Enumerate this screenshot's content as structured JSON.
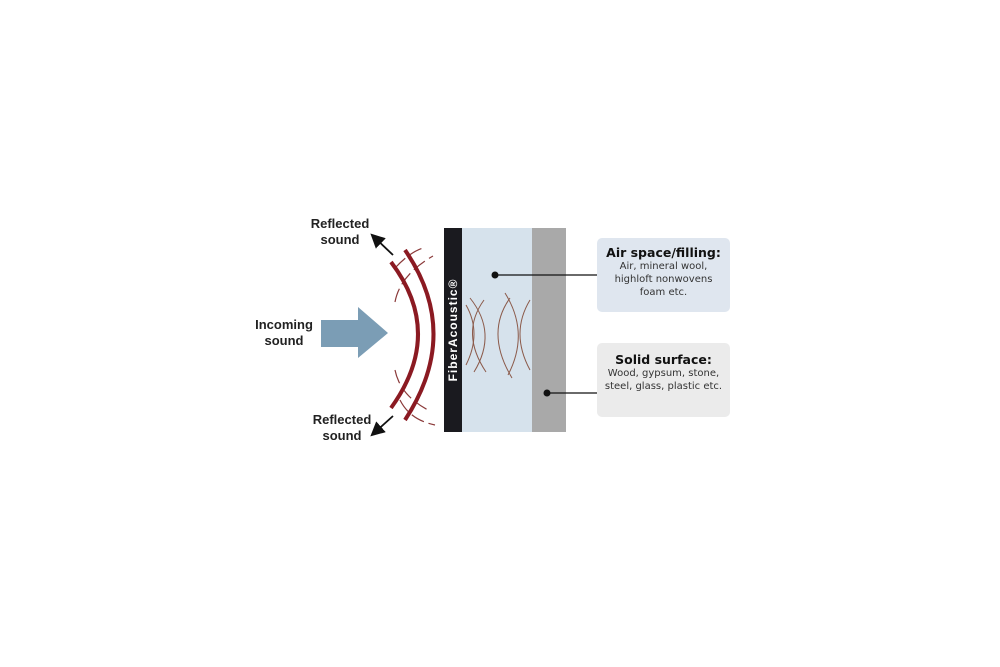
{
  "labels": {
    "incoming_line1": "Incoming",
    "incoming_line2": "sound",
    "reflected_top_line1": "Reflected",
    "reflected_top_line2": "sound",
    "reflected_bottom_line1": "Reflected",
    "reflected_bottom_line2": "sound",
    "panel": "FiberAcoustic®"
  },
  "callouts": [
    {
      "title": "Air space/filling:",
      "lines": [
        "Air, mineral wool,",
        "highloft nonwovens",
        "foam etc."
      ]
    },
    {
      "title": "Solid surface:",
      "lines": [
        "Wood, gypsum, stone,",
        "steel, glass, plastic etc."
      ]
    }
  ],
  "colors": {
    "wave": "#8b1a22",
    "arrow": "#7b9db5",
    "panel": "#1a1a1f",
    "air": "#d6e2ec",
    "solid": "#a9a9a9"
  }
}
